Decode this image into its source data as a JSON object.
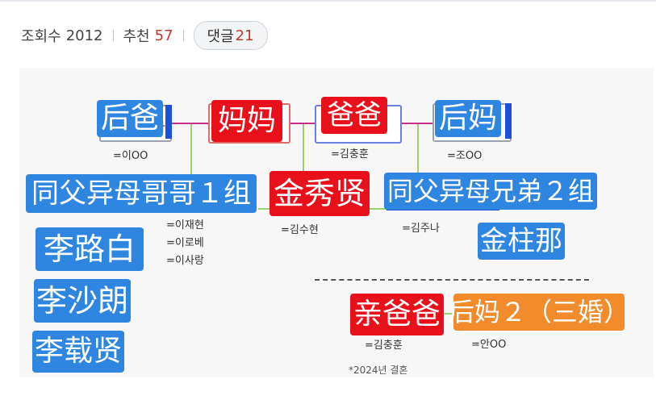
{
  "stats": {
    "views_label": "조회수",
    "views": "2012",
    "recommend_label": "추천",
    "recommend": "57",
    "comments_label": "댓글",
    "comments": "21"
  },
  "tags": {
    "stepfather": "后爸",
    "mom": "妈妈",
    "dad": "爸爸",
    "stepmother": "后妈",
    "half_siblings_1": "同父异母哥哥１组",
    "kim_suhyun": "金秀贤",
    "half_siblings_2": "同父异母兄弟２组",
    "lee_lobaek": "李路白",
    "lee_sarang": "李沙朗",
    "lee_jaehyun": "李载贤",
    "kim_juna": "金柱那",
    "real_dad": "亲爸爸",
    "stepmother_2": "后妈２（三婚）"
  },
  "names": {
    "stepfather": "=이OO",
    "dad": "=김충훈",
    "stepmother": "=조OO",
    "child1": "=이재현",
    "child2": "=이로베",
    "child3": "=이사랑",
    "suhyun": "=김수현",
    "juna": "=김주나",
    "dad2": "=김충훈",
    "new_wife": "=안OO",
    "marriage_note": "*2024년 결혼"
  },
  "box_hints": {
    "stepfather": "바"
  },
  "colors": {
    "tag_blue": "#2f86e0",
    "tag_red": "#e8101b",
    "tag_orange": "#f28b2b",
    "line_pink": "#cc2f8a",
    "line_green": "#9ccf6e",
    "line_blue": "#1d4fd8"
  }
}
